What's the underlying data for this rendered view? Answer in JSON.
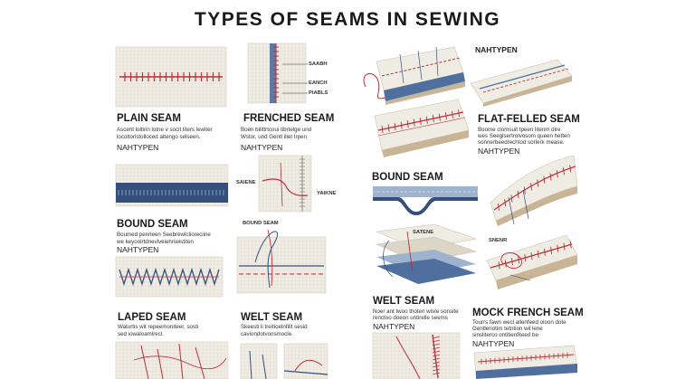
{
  "title": "TYPES OF SEAMS IN SEWING",
  "common_subtitle": "NAHTYPEN",
  "panels": [
    {
      "id": "plain",
      "name": "PLAIN SEAM",
      "desc_lines": [
        "Ascent loltirin lotne v socit liters lewiter",
        "locoltoristolloced altengo selseen."
      ],
      "subtitle": "NAHTYPEN"
    },
    {
      "id": "frenched",
      "name": "FRENCHED SEAM",
      "desc_lines": [
        "Boen bilittrtcoui tibrtelge und",
        "Wstor, und Gentl illet Irpen"
      ],
      "subtitle": "NAHTYPEN",
      "tags": [
        "SAABH",
        "EANCH",
        "PIABLS"
      ]
    },
    {
      "id": "bound-left",
      "name": "BOUND SEAM",
      "desc_lines": [
        "Boumed penrleen Seebrewlclioreciine",
        "we keyoolrtdnevlveiehriwistiten"
      ],
      "subtitle": "NAHTYPEN",
      "tags": [
        "SAIENE",
        "YAIKNE"
      ]
    },
    {
      "id": "laped",
      "name": "LAPED SEAM",
      "desc_lines": [
        "Waturtis wit repeemoniteer, sosti",
        "sed iowaloamlrecl."
      ],
      "subtitle": ""
    },
    {
      "id": "welt-left",
      "name": "WELT SEAM",
      "desc_lines": [
        "Skeesti li treitioelnfilit sesid",
        "caviondotvonsmocle."
      ],
      "subtitle": "",
      "tags": [
        "BOUND SEAM"
      ]
    },
    {
      "id": "nahtypen-top",
      "name": "",
      "desc_lines": [],
      "subtitle": "NAHTYPEN"
    },
    {
      "id": "flat-felled",
      "name": "FLAT-FELLED SEAM",
      "desc_lines": [
        "Boome clomsuit tpeen litenm dire",
        "wes Seeglsertrolvosom queen hetten",
        "sonnerbeedrechtod sorlerk mease."
      ],
      "subtitle": "NAHTYPEN"
    },
    {
      "id": "bound-right",
      "name": "BOUND SEAM",
      "desc_lines": [],
      "subtitle": ""
    },
    {
      "id": "welt-right",
      "name": "WELT SEAM",
      "desc_lines": [
        "Noer ant twoo thoten wiste sonsite",
        "renctoo doeon untirelle seems"
      ],
      "subtitle": "NAHTYPEN",
      "tags": [
        "SATENE"
      ]
    },
    {
      "id": "mock-french",
      "name": "MOCK FRENCH SEAM",
      "desc_lines": [
        "Tourrs fawn wecl allenfeed oloon dote",
        "Gentleriotim tetntion wil lene",
        "sinsliterco ontitienfiteed be"
      ],
      "subtitle": "NAHTYPEN",
      "tags": [
        "SNENR"
      ]
    }
  ],
  "colors": {
    "fabric": "#efece4",
    "grid": "#d9d4c8",
    "red_stitch": "#b8323a",
    "navy": "#34507a",
    "blue": "#4f6f9e",
    "tan": "#c9b596"
  }
}
